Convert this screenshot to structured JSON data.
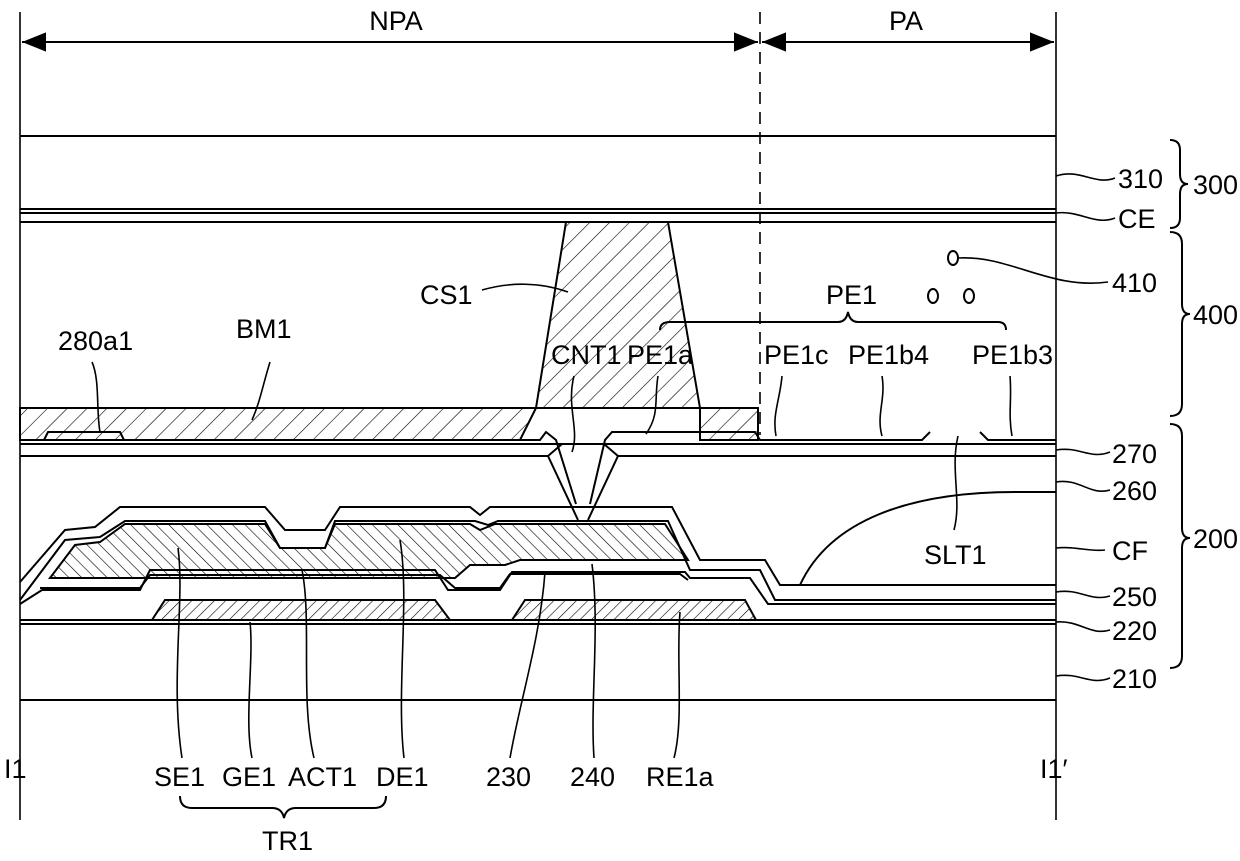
{
  "regions": {
    "npa": "NPA",
    "pa": "PA"
  },
  "section_ends": {
    "left": "I1",
    "right": "I1′"
  },
  "layer_labels": {
    "l310": "310",
    "lce": "CE",
    "l410": "410",
    "l270": "270",
    "l260": "260",
    "lcf": "CF",
    "l250": "250",
    "l220": "220",
    "l210": "210"
  },
  "group_labels": {
    "g300": "300",
    "g400": "400",
    "g200": "200"
  },
  "top_labels": {
    "cs1": "CS1",
    "pe1": "PE1",
    "a280": "280a1",
    "bm1": "BM1",
    "cnt1": "CNT1",
    "pe1a": "PE1a",
    "pe1c": "PE1c",
    "pe1b4": "PE1b4",
    "pe1b3": "PE1b3",
    "slt1": "SLT1"
  },
  "bottom_labels": {
    "se1": "SE1",
    "ge1": "GE1",
    "act1": "ACT1",
    "de1": "DE1",
    "b230": "230",
    "b240": "240",
    "re1a": "RE1a",
    "tr1": "TR1"
  }
}
